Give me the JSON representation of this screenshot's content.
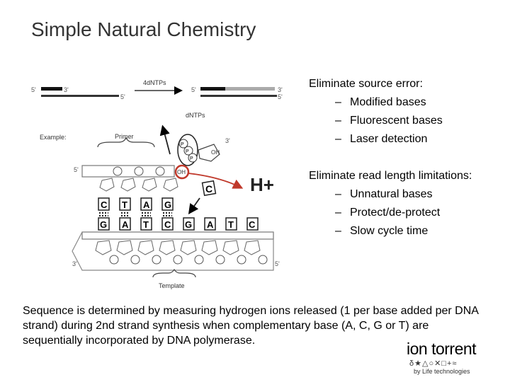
{
  "title": "Simple Natural Chemistry",
  "diagram": {
    "label_4dntps": "4dNTPs",
    "label_dntps": "dNTPs",
    "label_example": "Example:",
    "label_primer": "Primer",
    "label_template": "Template",
    "label_hplus": "H+",
    "label_oh": "OH",
    "label_c": "C",
    "label_p": "P",
    "end5": "5'",
    "end3": "3'",
    "primer_bases": [
      "C",
      "T",
      "A",
      "G"
    ],
    "template_bases": [
      "G",
      "A",
      "T",
      "C",
      "G",
      "A",
      "T",
      "C"
    ]
  },
  "bullets": {
    "group1": {
      "heading": "Eliminate source error:",
      "items": [
        "Modified bases",
        "Fluorescent bases",
        "Laser detection"
      ]
    },
    "group2": {
      "heading": "Eliminate read length limitations:",
      "items": [
        "Unnatural bases",
        "Protect/de-protect",
        "Slow cycle time"
      ]
    }
  },
  "caption": "Sequence is determined by measuring hydrogen ions released (1 per base added per DNA strand) during 2nd strand synthesis when complementary base (A, C, G or T) are sequentially incorporated by DNA polymerase.",
  "logo": {
    "brand": "ion torrent",
    "symbols": "δ★△○✕□+≈",
    "byline": "by Life technologies"
  },
  "colors": {
    "accent_red": "#c0392b",
    "diagram_gray": "#555555"
  }
}
